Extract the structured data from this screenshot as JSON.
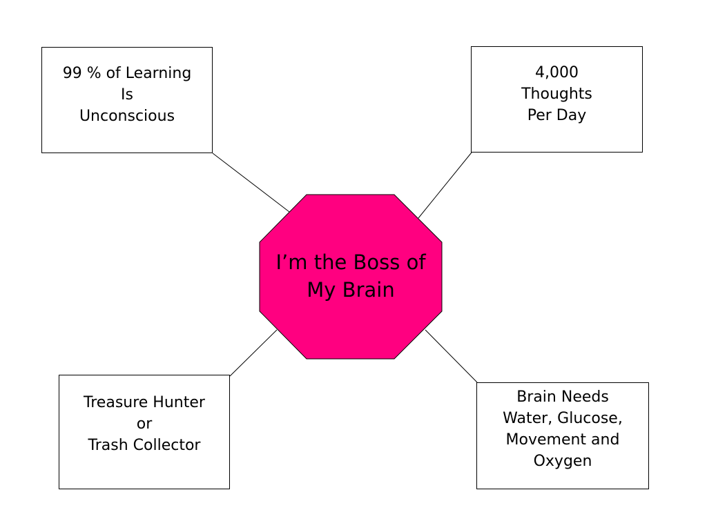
{
  "center": {
    "lines": [
      "I’m the Boss of",
      "My Brain"
    ],
    "fill_color": "#ff0080"
  },
  "boxes": {
    "top_left": [
      "99 % of Learning",
      "Is",
      "Unconscious"
    ],
    "top_right": [
      "4,000",
      "Thoughts",
      "Per Day"
    ],
    "bottom_left": [
      "Treasure Hunter",
      "or",
      "Trash Collector"
    ],
    "bottom_right": [
      "Brain Needs",
      "Water, Glucose,",
      "Movement and",
      "Oxygen"
    ]
  }
}
